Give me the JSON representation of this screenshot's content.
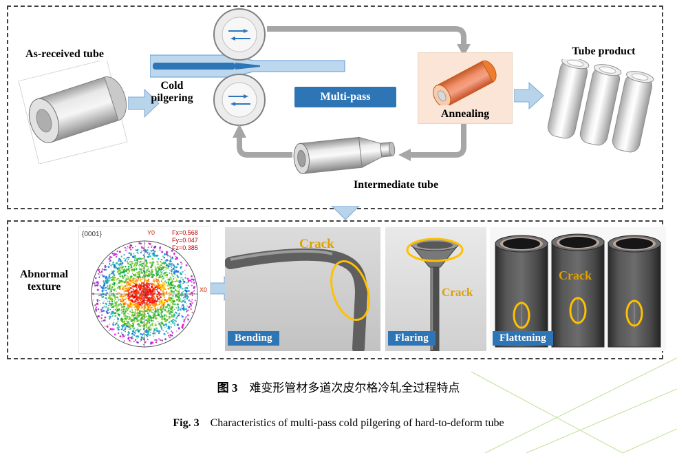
{
  "top": {
    "as_received": "As-received tube",
    "cold_pilgering_1": "Cold",
    "cold_pilgering_2": "pilgering",
    "multi_pass": "Multi-pass",
    "annealing": "Annealing",
    "tube_product": "Tube product",
    "intermediate": "Intermediate tube"
  },
  "bottom": {
    "abnormal_1": "Abnormal",
    "abnormal_2": "texture",
    "pole_figure": {
      "plane": "{0001}",
      "y_label": "Y0",
      "x_label": "X0",
      "fx": "Fx=0.568",
      "fy": "Fy=0.047",
      "fz": "Fz=0.385"
    },
    "defects": [
      {
        "label": "Bending",
        "crack": "Crack"
      },
      {
        "label": "Flaring",
        "crack": "Crack"
      },
      {
        "label": "Flattening",
        "crack": "Crack"
      }
    ]
  },
  "caption": {
    "cn_prefix": "图 3",
    "cn_text": "难变形管材多道次皮尔格冷轧全过程特点",
    "en_prefix": "Fig. 3",
    "en_text": "Characteristics of multi-pass cold pilgering of hard-to-deform tube"
  },
  "colors": {
    "flow_blue": "#2e75b6",
    "arrow_fill": "#b8d4ea",
    "annealing_bg": "#fbe5d6",
    "crack_ellipse": "#ffc000",
    "crack_text": "#dfa000",
    "watermark_green": "#8cc63f"
  }
}
